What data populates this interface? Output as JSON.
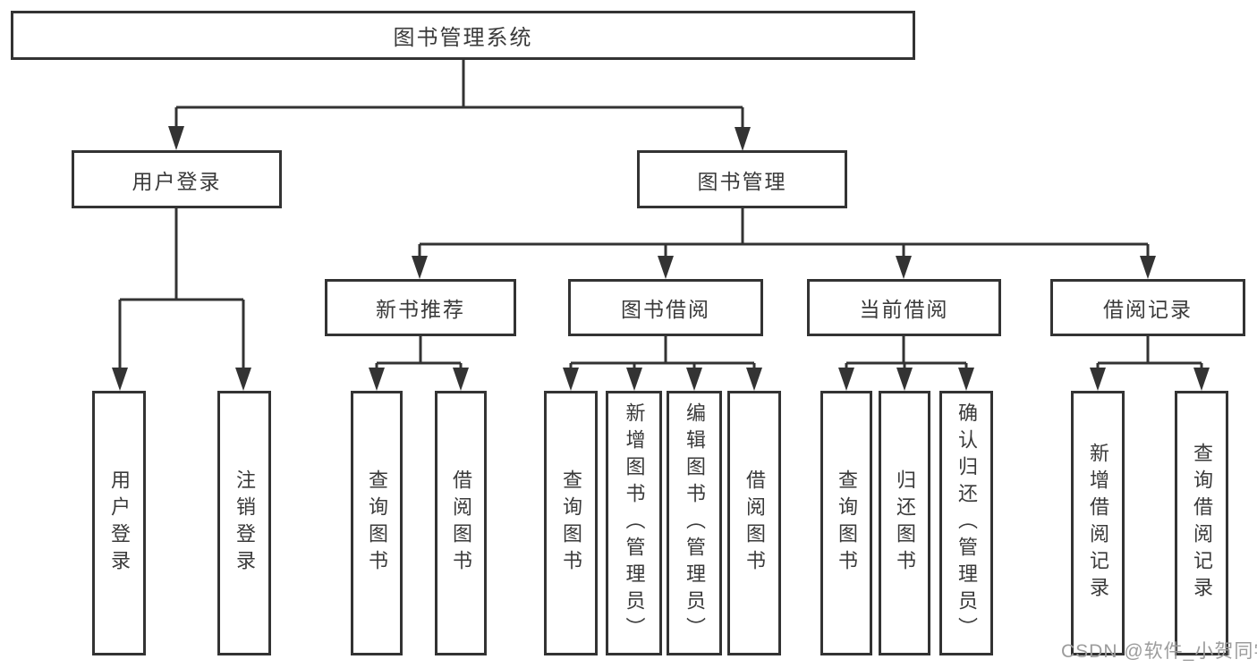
{
  "diagram": {
    "root": "图书管理系统",
    "branches": [
      {
        "label": "用户登录",
        "children": [
          "用户登录",
          "注销登录"
        ]
      },
      {
        "label": "图书管理",
        "children": [
          {
            "label": "新书推荐",
            "children": [
              "查询图书",
              "借阅图书"
            ]
          },
          {
            "label": "图书借阅",
            "children": [
              "查询图书",
              "新增图书（管理员）",
              "编辑图书（管理员）",
              "借阅图书"
            ]
          },
          {
            "label": "当前借阅",
            "children": [
              "查询图书",
              "归还图书",
              "确认归还（管理员）"
            ]
          },
          {
            "label": "借阅记录",
            "children": [
              "新增借阅记录",
              "查询借阅记录"
            ]
          }
        ]
      }
    ]
  },
  "watermark": {
    "text": "CSDN @软件_小贺同学"
  },
  "colors": {
    "line": "#333333",
    "text": "#3a3a3a",
    "watermark": "#9c9c9c",
    "background": "#ffffff"
  }
}
